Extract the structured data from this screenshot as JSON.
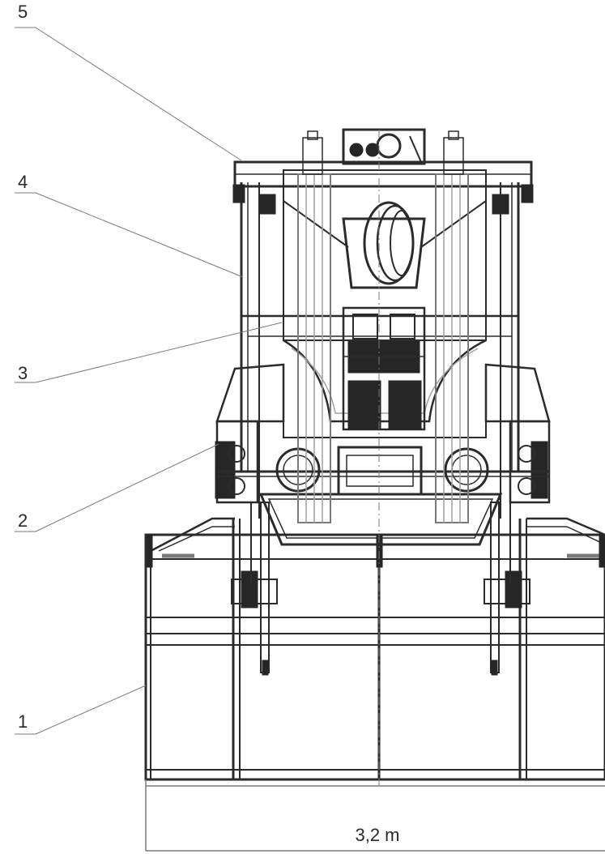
{
  "callouts": [
    {
      "id": "5",
      "label": "5"
    },
    {
      "id": "4",
      "label": "4"
    },
    {
      "id": "3",
      "label": "3"
    },
    {
      "id": "2",
      "label": "2"
    },
    {
      "id": "1",
      "label": "1"
    }
  ],
  "dimension": {
    "label": "3,2 m"
  },
  "colors": {
    "line": "#2b2b2b",
    "light_line": "#7a7a7a",
    "dark_fill": "#262626",
    "background": "#ffffff"
  }
}
